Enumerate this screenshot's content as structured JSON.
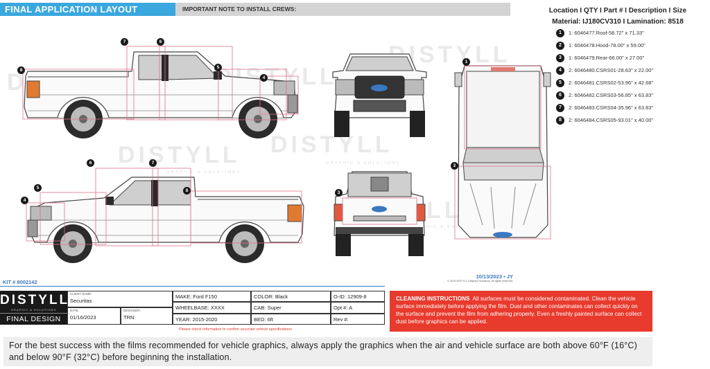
{
  "header": {
    "title": "FINAL APPLICATION LAYOUT",
    "note_label": "IMPORTANT NOTE TO INSTALL CREWS:"
  },
  "legend": {
    "heading": "Location I QTY I Part # I Description I Size",
    "material": "Material: IJ180CV310 I Lamination: 8518",
    "items": [
      {
        "num": "1",
        "text": "1: 6046477.Roof-58.72\" x 71.33\""
      },
      {
        "num": "2",
        "text": "1: 6046478.Hood-78.00\" x 59.00\""
      },
      {
        "num": "3",
        "text": "1: 6046479.Rear-66.00\" x 27.00\""
      },
      {
        "num": "4",
        "text": "2: 6046480.CSRS01-28.63\" x 22.00\""
      },
      {
        "num": "5",
        "text": "2: 6046481.CSRS02-53.96\" x 42.68\""
      },
      {
        "num": "6",
        "text": "2: 6046482.CSRS03-56.85\" x 63.83\""
      },
      {
        "num": "7",
        "text": "2: 6046483.CSRS04-35.96\" x 63.83\""
      },
      {
        "num": "8",
        "text": "2: 6046484.CSRS05-93.01\" x 40.00\""
      }
    ]
  },
  "callouts": {
    "side1": [
      "8",
      "7",
      "6",
      "5",
      "4"
    ],
    "side2": [
      "6",
      "7",
      "5",
      "4",
      "8"
    ],
    "roof": "1",
    "hood": "2",
    "rear": "3"
  },
  "watermark": {
    "brand": "DISTYLL",
    "tagline": "GRAPHIC & SOLUTIONS"
  },
  "date_line": "10/13/2023 • JY",
  "copyright": "© 2019 DISTYLL Graphics Solutions. All rights reserved.",
  "kit": "KIT # 8002142",
  "title_block": {
    "logo": "DISTYLL",
    "logo_tag": "GRAPHIC & SOLUTIONS",
    "stage": "FINAL DESIGN",
    "client_label": "CLIENT NAME:",
    "client": "Securitas",
    "date_label": "DATE:",
    "date": "01/16/2023",
    "designer_label": "DESIGNER:",
    "designer": "TRN",
    "make": "MAKE: Ford F150",
    "wheelbase": "WHEELBASE:  XXXX",
    "year": "YEAR:  2015-2020",
    "color": "COLOR:  Black",
    "cab": "CAB: Super",
    "bed": "BED: 6ft",
    "oid": "O-ID:  12909-8",
    "opt": "Opt #:  A",
    "rev": "Rev #:",
    "warning": "Please check information to confirm accurate vehicle specifications"
  },
  "cleaning": {
    "title": "CLEANING INSTRUCTIONS",
    "body": "All surfaces must be considered contaminated. Clean the vehicle surface immediately before applying the film. Dust and other contaminates can collect quickly on the surface and prevent the film from adhering properly. Even a freshly painted surface can collect dust before graphics can be applied."
  },
  "note": "For the best success with the films recommended for vehicle graphics, always apply the graphics when the air and vehicle surface are both above 60°F (16°C) and below 90°F (32°C) before beginning the installation.",
  "colors": {
    "accent_blue": "#3aa7de",
    "warning_red": "#e83a2d",
    "outline_pink": "#e0708a"
  }
}
